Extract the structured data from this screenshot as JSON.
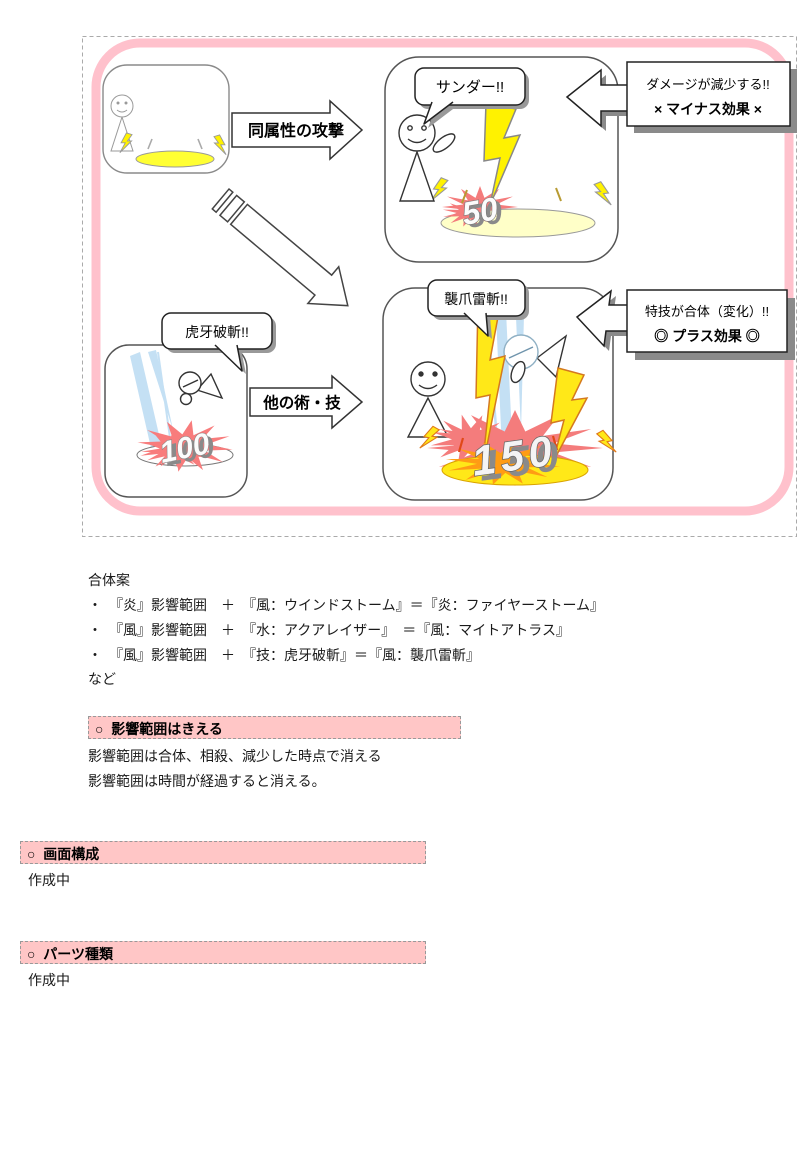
{
  "diagram": {
    "arrow_same_label": "同属性の攻撃",
    "arrow_other_label": "他の術・技",
    "bubbles": {
      "thunder": "サンダー!!",
      "kogahazan": "虎牙破斬!!",
      "shusoraizan": "襲爪雷斬!!"
    },
    "damages": {
      "reduced": "50",
      "single": "100",
      "combined": "150"
    },
    "callout_minus": {
      "line1": "ダメージが減少する!!",
      "line2": "× マイナス効果 ×"
    },
    "callout_plus": {
      "line1": "特技が合体（変化）!!",
      "line2": "◎ プラス効果 ◎"
    },
    "colors": {
      "frame_pink": "#ffc1cc",
      "bright_yellow": "#fff200",
      "pale_yellow": "#ffffc8",
      "ground_yellow": "#ffe818",
      "burst_red": "#f47c7c",
      "burst_orange": "#ff9c14",
      "slash_blue": "#c4e0f4"
    }
  },
  "sections": {
    "gattai": {
      "title": "合体案",
      "bullets": [
        "・　『炎』影響範囲　＋　『風：ウインドストーム』＝『炎：ファイヤーストーム』",
        "・　『風』影響範囲　＋　『水：アクアレイザー』　＝『風：マイトアトラス』",
        "・　『風』影響範囲　＋　『技：虎牙破斬』＝『風：襲爪雷斬』"
      ],
      "etc": "など"
    },
    "s1": {
      "header": "○  影響範囲はきえる",
      "line1": "影響範囲は合体、相殺、減少した時点で消える",
      "line2": "影響範囲は時間が経過すると消える。"
    },
    "s2": {
      "header": "○  画面構成",
      "body": "作成中"
    },
    "s3": {
      "header": "○  パーツ種類",
      "body": "作成中"
    }
  }
}
